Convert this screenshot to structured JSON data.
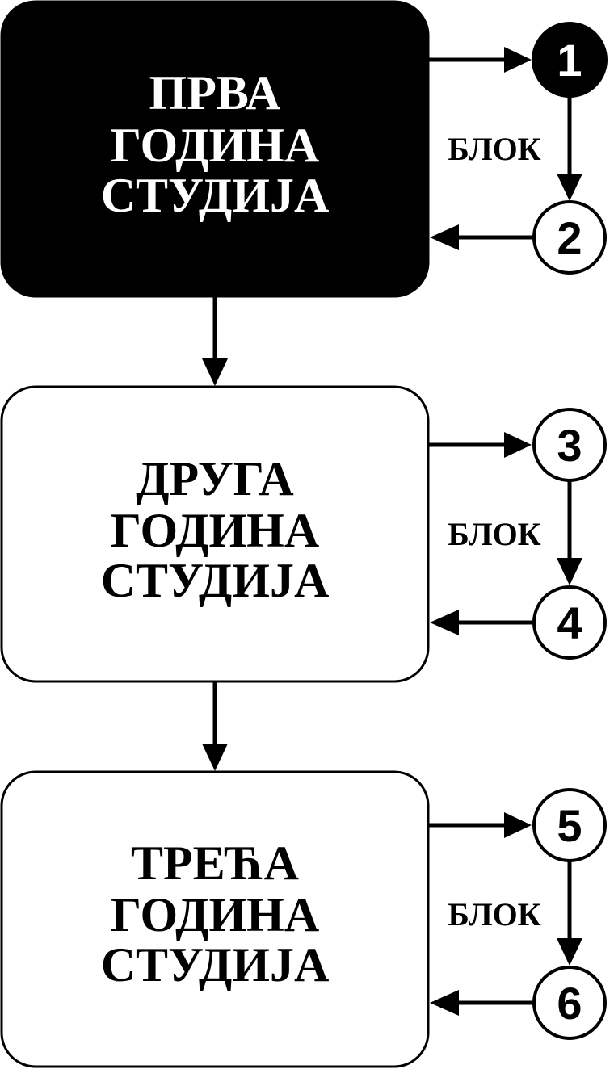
{
  "colors": {
    "ink": "#000000",
    "paper": "#ffffff"
  },
  "years": [
    {
      "lines": [
        "ПРВА",
        "ГОДИНА",
        "СТУДИЈА"
      ],
      "highlighted": true,
      "block_label": "БЛОК",
      "nodes": [
        "1",
        "2"
      ]
    },
    {
      "lines": [
        "ДРУГА",
        "ГОДИНА",
        "СТУДИЈА"
      ],
      "highlighted": false,
      "block_label": "БЛОК",
      "nodes": [
        "3",
        "4"
      ]
    },
    {
      "lines": [
        "ТРЕЋА",
        "ГОДИНА",
        "СТУДИЈА"
      ],
      "highlighted": false,
      "block_label": "БЛОК",
      "nodes": [
        "5",
        "6"
      ]
    }
  ]
}
